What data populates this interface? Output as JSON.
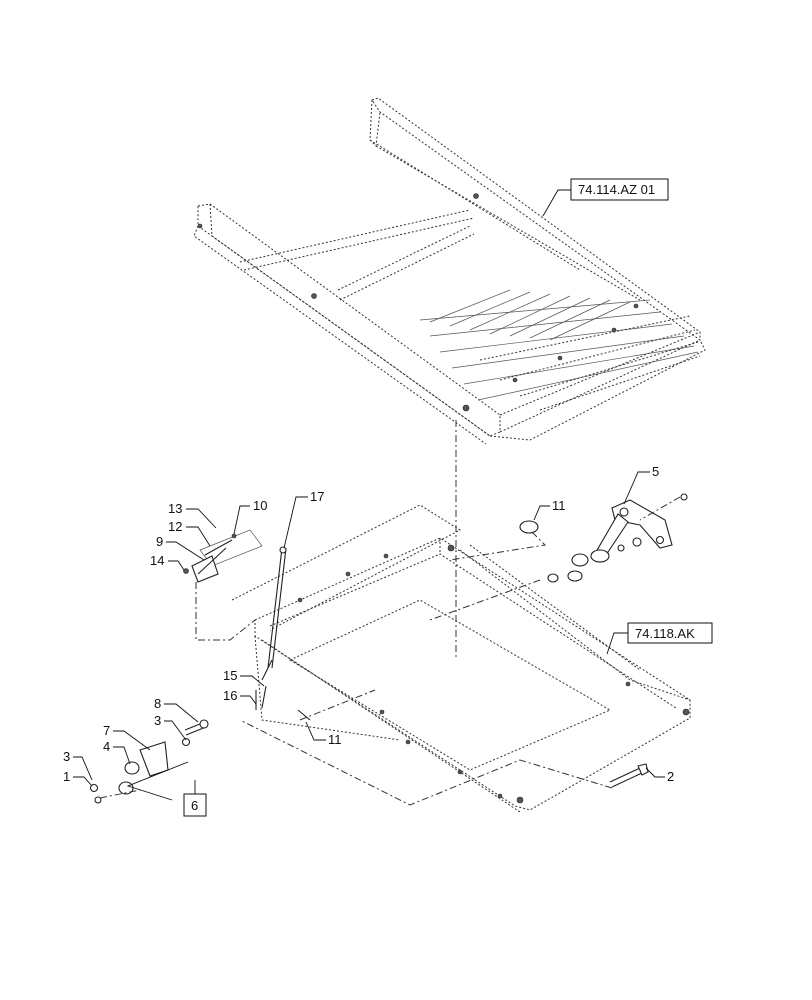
{
  "diagram": {
    "references": {
      "upper_assembly": "74.114.AZ 01",
      "lower_assembly": "74.118.AK"
    },
    "callouts": {
      "c1": "1",
      "c2": "2",
      "c3a": "3",
      "c3b": "3",
      "c4": "4",
      "c5": "5",
      "c6": "6",
      "c7": "7",
      "c8": "8",
      "c9": "9",
      "c10": "10",
      "c11a": "11",
      "c11b": "11",
      "c12": "12",
      "c13": "13",
      "c14": "14",
      "c15": "15",
      "c16": "16",
      "c17": "17"
    }
  }
}
